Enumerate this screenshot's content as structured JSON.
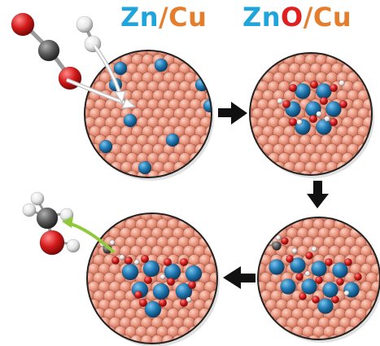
{
  "title_left": {
    "zn": "Zn",
    "slash": "/",
    "cu": "Cu"
  },
  "title_right": {
    "zn": "Zn",
    "o": "O",
    "slash": "/",
    "cu": "Cu"
  },
  "colors": {
    "zn": "#1fa4dc",
    "cu": "#e57d2c",
    "oxygen_text": "#e02020",
    "copper_atom": "#e8917a",
    "zinc_atom": "#1f6fa3",
    "oxygen_atom": "#d41a1a",
    "hydrogen_atom": "#eeeeee",
    "carbon_atom": "#5a5a5a",
    "arrow": "#111111",
    "pointer_arrow": "#8fc93a"
  },
  "panels": [
    {
      "name": "zn-cu-surface",
      "zinc_atoms": 9,
      "features": [
        "co2-adsorbing"
      ]
    },
    {
      "name": "zno-cu-surface",
      "zinc_atoms": 7,
      "features": [
        "oxygen",
        "hydrogen"
      ]
    },
    {
      "name": "zno-cu-intermediates",
      "zinc_atoms": 8,
      "features": [
        "oxygen",
        "hydrogen",
        "carbon"
      ]
    },
    {
      "name": "zno-cu-methanol-release",
      "zinc_atoms": 8,
      "features": [
        "oxygen",
        "hydrogen",
        "carbon"
      ]
    }
  ],
  "flow": [
    "right",
    "down",
    "left"
  ]
}
